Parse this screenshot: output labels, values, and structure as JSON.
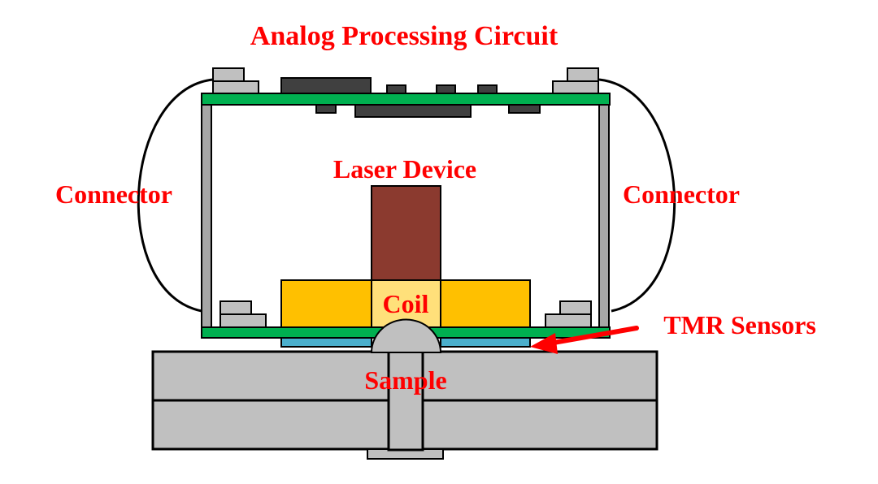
{
  "title": "Analog Processing Circuit",
  "labels": {
    "circuit": "Analog Processing Circuit",
    "laser": "Laser Device",
    "connector_left": "Connector",
    "connector_right": "Connector",
    "coil": "Coil",
    "tmr": "TMR Sensors",
    "sample": "Sample"
  },
  "colors": {
    "label": "#ff0000",
    "pcb": "#00b050",
    "chip": "#404040",
    "connector": "#c0c0c0",
    "pillar": "#a6a6a6",
    "laser": "#8b3a2f",
    "coil_outer": "#ffc000",
    "coil_inner": "#ffe07a",
    "tmr": "#4bafcc",
    "sample": "#c0c0c0",
    "stroke": "#000000"
  }
}
